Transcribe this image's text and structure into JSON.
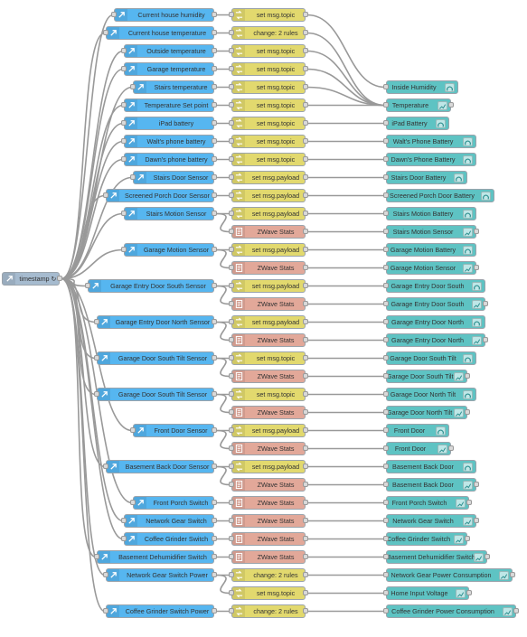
{
  "colors": {
    "mqtt_in": "#56b6f0",
    "change": "#e2d96e",
    "function": "#e2a899",
    "home_assistant": "#5ec3c3",
    "inject": "#a6bbcf",
    "wire": "#999999"
  },
  "inject": {
    "label": "timestamp ↻",
    "icon": "arrow-in-icon"
  },
  "inputs": [
    {
      "id": "i1",
      "label": "Current house humidity"
    },
    {
      "id": "i2",
      "label": "Current house temperature"
    },
    {
      "id": "i3",
      "label": "Outside temperature"
    },
    {
      "id": "i4",
      "label": "Garage temperature"
    },
    {
      "id": "i5",
      "label": "Stairs temperature"
    },
    {
      "id": "i6",
      "label": "Temperature Set point"
    },
    {
      "id": "i7",
      "label": "iPad battery"
    },
    {
      "id": "i8",
      "label": "Walt's phone battery"
    },
    {
      "id": "i9",
      "label": "Dawn's phone battery"
    },
    {
      "id": "i10",
      "label": "Stairs Door Sensor"
    },
    {
      "id": "i11",
      "label": "Screened Porch Door Sensor"
    },
    {
      "id": "i12",
      "label": "Stairs Motion Sensor"
    },
    {
      "id": "i13",
      "label": "Garage Motion Sensor"
    },
    {
      "id": "i14",
      "label": "Garage Entry Door South Sensor"
    },
    {
      "id": "i15",
      "label": "Garage Entry Door North Sensor"
    },
    {
      "id": "i16",
      "label": "Garage Door South Tilt Sensor"
    },
    {
      "id": "i17",
      "label": "Garage Door South Tilt Sensor"
    },
    {
      "id": "i18",
      "label": "Front Door Sensor"
    },
    {
      "id": "i19",
      "label": "Basement Back Door Sensor"
    },
    {
      "id": "i20",
      "label": "Front Porch Switch"
    },
    {
      "id": "i21",
      "label": "Network Gear Switch"
    },
    {
      "id": "i22",
      "label": "Coffee Grinder Switch"
    },
    {
      "id": "i23",
      "label": "Basement Dehumidifier Switch"
    },
    {
      "id": "i24",
      "label": "Network Gear Switch Power"
    },
    {
      "id": "i25",
      "label": "Coffee Grinder Switch Power"
    }
  ],
  "middles": [
    {
      "id": "m1",
      "label": "set msg.topic",
      "kind": "change"
    },
    {
      "id": "m2",
      "label": "change: 2 rules",
      "kind": "change"
    },
    {
      "id": "m3",
      "label": "set msg.topic",
      "kind": "change"
    },
    {
      "id": "m4",
      "label": "set msg.topic",
      "kind": "change"
    },
    {
      "id": "m5",
      "label": "set msg.topic",
      "kind": "change"
    },
    {
      "id": "m6",
      "label": "set msg.topic",
      "kind": "change"
    },
    {
      "id": "m7",
      "label": "set msg.topic",
      "kind": "change"
    },
    {
      "id": "m8",
      "label": "set msg.topic",
      "kind": "change"
    },
    {
      "id": "m9",
      "label": "set msg.topic",
      "kind": "change"
    },
    {
      "id": "m10",
      "label": "set msg.payload",
      "kind": "change"
    },
    {
      "id": "m11",
      "label": "set msg.payload",
      "kind": "change"
    },
    {
      "id": "m12",
      "label": "set msg.payload",
      "kind": "change"
    },
    {
      "id": "m13",
      "label": "ZWave Stats",
      "kind": "function"
    },
    {
      "id": "m14",
      "label": "set msg.payload",
      "kind": "change"
    },
    {
      "id": "m15",
      "label": "ZWave Stats",
      "kind": "function"
    },
    {
      "id": "m16",
      "label": "set msg.payload",
      "kind": "change"
    },
    {
      "id": "m17",
      "label": "ZWave Stats",
      "kind": "function"
    },
    {
      "id": "m18",
      "label": "set msg.payload",
      "kind": "change"
    },
    {
      "id": "m19",
      "label": "ZWave Stats",
      "kind": "function"
    },
    {
      "id": "m20",
      "label": "set msg.topic",
      "kind": "change"
    },
    {
      "id": "m21",
      "label": "ZWave Stats",
      "kind": "function"
    },
    {
      "id": "m22",
      "label": "set msg.topic",
      "kind": "change"
    },
    {
      "id": "m23",
      "label": "ZWave Stats",
      "kind": "function"
    },
    {
      "id": "m24",
      "label": "set msg.payload",
      "kind": "change"
    },
    {
      "id": "m25",
      "label": "ZWave Stats",
      "kind": "function"
    },
    {
      "id": "m26",
      "label": "set msg.payload",
      "kind": "change"
    },
    {
      "id": "m27",
      "label": "ZWave Stats",
      "kind": "function"
    },
    {
      "id": "m28",
      "label": "ZWave Stats",
      "kind": "function"
    },
    {
      "id": "m29",
      "label": "ZWave Stats",
      "kind": "function"
    },
    {
      "id": "m30",
      "label": "ZWave Stats",
      "kind": "function"
    },
    {
      "id": "m31",
      "label": "ZWave Stats",
      "kind": "function"
    },
    {
      "id": "m32",
      "label": "change: 2 rules",
      "kind": "change"
    },
    {
      "id": "m33",
      "label": "set msg.topic",
      "kind": "change"
    },
    {
      "id": "m34",
      "label": "change: 2 rules",
      "kind": "change"
    }
  ],
  "outputs": [
    {
      "id": "o1",
      "label": "Inside Humidity",
      "icon": "gauge-icon"
    },
    {
      "id": "o2",
      "label": "Temperature",
      "icon": "chart-icon"
    },
    {
      "id": "o3",
      "label": "iPad Battery",
      "icon": "gauge-icon"
    },
    {
      "id": "o4",
      "label": "Walt's Phone Battery",
      "icon": "gauge-icon"
    },
    {
      "id": "o5",
      "label": "Dawn's Phone Battery",
      "icon": "gauge-icon"
    },
    {
      "id": "o6",
      "label": "Stairs Door Battery",
      "icon": "gauge-icon"
    },
    {
      "id": "o7",
      "label": "Screened Porch Door Battery",
      "icon": "gauge-icon"
    },
    {
      "id": "o8",
      "label": "Stairs Motion Battery",
      "icon": "gauge-icon"
    },
    {
      "id": "o9",
      "label": "Stairs Motion Sensor",
      "icon": "chart-icon"
    },
    {
      "id": "o10",
      "label": "Garage Motion Battery",
      "icon": "gauge-icon"
    },
    {
      "id": "o11",
      "label": "Garage Motion Sensor",
      "icon": "chart-icon"
    },
    {
      "id": "o12",
      "label": "Garage Entry Door South",
      "icon": "gauge-icon"
    },
    {
      "id": "o13",
      "label": "Garage Entry Door South",
      "icon": "chart-icon"
    },
    {
      "id": "o14",
      "label": "Garage Entry Door North",
      "icon": "gauge-icon"
    },
    {
      "id": "o15",
      "label": "Garage Entry Door North",
      "icon": "chart-icon"
    },
    {
      "id": "o16",
      "label": "Garage Door South Tilt",
      "icon": "gauge-icon"
    },
    {
      "id": "o17",
      "label": "Garage Door South Tilt",
      "icon": "chart-icon"
    },
    {
      "id": "o18",
      "label": "Garage Door North Tilt",
      "icon": "gauge-icon"
    },
    {
      "id": "o19",
      "label": "Garage Door North Tilt",
      "icon": "chart-icon"
    },
    {
      "id": "o20",
      "label": "Front Door",
      "icon": "gauge-icon"
    },
    {
      "id": "o21",
      "label": "Front Door",
      "icon": "chart-icon"
    },
    {
      "id": "o22",
      "label": "Basement Back Door",
      "icon": "gauge-icon"
    },
    {
      "id": "o23",
      "label": "Basement Back Door",
      "icon": "chart-icon"
    },
    {
      "id": "o24",
      "label": "Front Porch Switch",
      "icon": "chart-icon"
    },
    {
      "id": "o25",
      "label": "Network Gear Switch",
      "icon": "chart-icon"
    },
    {
      "id": "o26",
      "label": "Coffee Grinder Switch",
      "icon": "chart-icon"
    },
    {
      "id": "o27",
      "label": "Basement Dehumidifier Switch",
      "icon": "chart-icon"
    },
    {
      "id": "o28",
      "label": "Network Gear Power Consumption",
      "icon": "chart-icon"
    },
    {
      "id": "o29",
      "label": "Home Input Voltage",
      "icon": "chart-icon"
    },
    {
      "id": "o30",
      "label": "Coffee Grinder Power Consumption",
      "icon": "chart-icon"
    }
  ],
  "links": [
    [
      "i1",
      "m1"
    ],
    [
      "i2",
      "m2"
    ],
    [
      "i3",
      "m3"
    ],
    [
      "i4",
      "m4"
    ],
    [
      "i5",
      "m5"
    ],
    [
      "i6",
      "m6"
    ],
    [
      "i7",
      "m7"
    ],
    [
      "i8",
      "m8"
    ],
    [
      "i9",
      "m9"
    ],
    [
      "i10",
      "m10"
    ],
    [
      "i11",
      "m11"
    ],
    [
      "i12",
      "m12"
    ],
    [
      "i12",
      "m13"
    ],
    [
      "i13",
      "m14"
    ],
    [
      "i13",
      "m15"
    ],
    [
      "i14",
      "m16"
    ],
    [
      "i14",
      "m17"
    ],
    [
      "i15",
      "m18"
    ],
    [
      "i15",
      "m19"
    ],
    [
      "i16",
      "m20"
    ],
    [
      "i16",
      "m21"
    ],
    [
      "i17",
      "m22"
    ],
    [
      "i17",
      "m23"
    ],
    [
      "i18",
      "m24"
    ],
    [
      "i18",
      "m25"
    ],
    [
      "i19",
      "m26"
    ],
    [
      "i19",
      "m27"
    ],
    [
      "i20",
      "m28"
    ],
    [
      "i21",
      "m29"
    ],
    [
      "i22",
      "m30"
    ],
    [
      "i23",
      "m31"
    ],
    [
      "i24",
      "m32"
    ],
    [
      "i24",
      "m33"
    ],
    [
      "i25",
      "m34"
    ],
    [
      "m1",
      "o1"
    ],
    [
      "m2",
      "o2"
    ],
    [
      "m3",
      "o2"
    ],
    [
      "m4",
      "o2"
    ],
    [
      "m5",
      "o2"
    ],
    [
      "m6",
      "o2"
    ],
    [
      "m7",
      "o3"
    ],
    [
      "m8",
      "o4"
    ],
    [
      "m9",
      "o5"
    ],
    [
      "m10",
      "o6"
    ],
    [
      "m11",
      "o7"
    ],
    [
      "m12",
      "o8"
    ],
    [
      "m13",
      "o9"
    ],
    [
      "m14",
      "o10"
    ],
    [
      "m15",
      "o11"
    ],
    [
      "m16",
      "o12"
    ],
    [
      "m17",
      "o13"
    ],
    [
      "m18",
      "o14"
    ],
    [
      "m19",
      "o15"
    ],
    [
      "m20",
      "o16"
    ],
    [
      "m21",
      "o17"
    ],
    [
      "m22",
      "o18"
    ],
    [
      "m23",
      "o19"
    ],
    [
      "m24",
      "o20"
    ],
    [
      "m25",
      "o21"
    ],
    [
      "m26",
      "o22"
    ],
    [
      "m27",
      "o23"
    ],
    [
      "m28",
      "o24"
    ],
    [
      "m29",
      "o25"
    ],
    [
      "m30",
      "o26"
    ],
    [
      "m31",
      "o27"
    ],
    [
      "m32",
      "o28"
    ],
    [
      "m33",
      "o29"
    ],
    [
      "m34",
      "o30"
    ]
  ]
}
